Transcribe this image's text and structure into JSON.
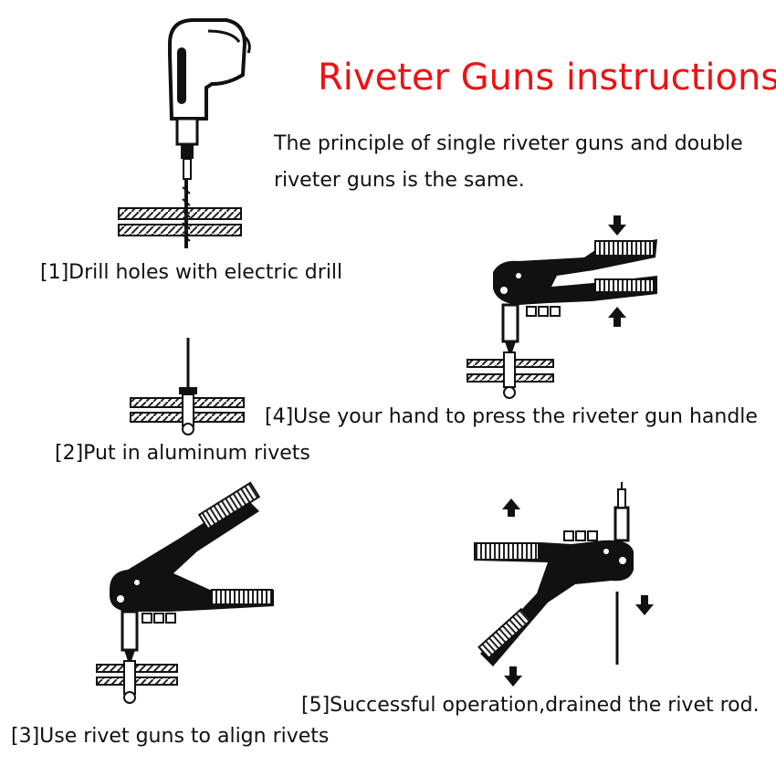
{
  "title": "Riveter Guns instructions",
  "subtitle_line1": "The principle of single riveter guns and double",
  "subtitle_line2": "riveter guns is the same.",
  "steps": [
    {
      "label": "[1]Drill holes with electric drill"
    },
    {
      "label": "[2]Put in aluminum rivets"
    },
    {
      "label": "[3]Use rivet guns to align rivets"
    },
    {
      "label": "[4]Use your hand to press the riveter gun handle"
    },
    {
      "label": "[5]Successful operation,drained the rivet rod."
    }
  ],
  "colors": {
    "title": "#ee1111",
    "ink": "#111111",
    "background": "#ffffff"
  },
  "icons": [
    "electric-drill-icon",
    "rivet-in-plates-icon",
    "open-riveter-gun-icon",
    "pressed-riveter-gun-icon",
    "released-riveter-gun-icon"
  ]
}
